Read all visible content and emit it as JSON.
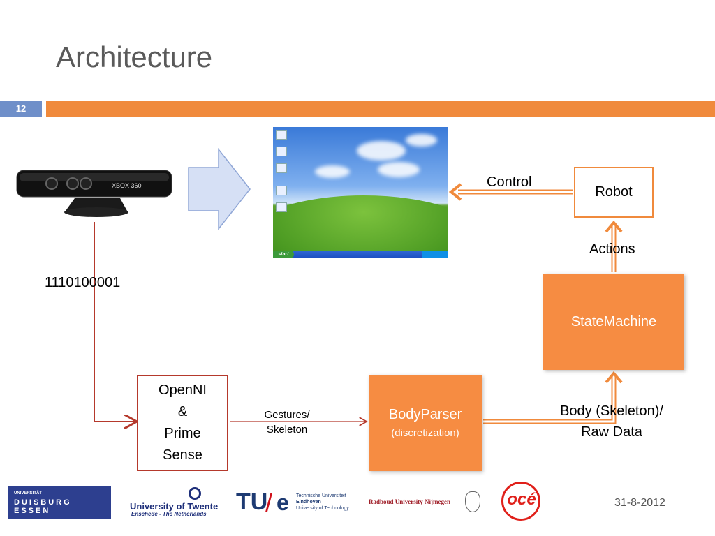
{
  "slide": {
    "title": "Architecture",
    "number": "12",
    "date": "31-8-2012"
  },
  "diagram": {
    "binary_label": "1110100001",
    "control_label": "Control",
    "robot_label": "Robot",
    "actions_label": "Actions",
    "statemachine_label": "StateMachine",
    "openni_lines": [
      "OpenNI",
      "&",
      "Prime",
      "Sense"
    ],
    "gestures_lines": [
      "Gestures/",
      "Skeleton"
    ],
    "bodyparser_label": "BodyParser",
    "bodyparser_sub": "(discretization)",
    "body_lines": [
      "Body (Skeleton)/",
      "Raw Data"
    ],
    "kinect_brand": "XBOX 360",
    "desktop_start": "start"
  },
  "logos": {
    "ude": [
      "UNIVERSITÄT",
      "DUISBURG",
      "ESSEN"
    ],
    "utwente": [
      "University of Twente",
      "Enschede - The Netherlands"
    ],
    "tue": [
      "TU",
      "/",
      "e",
      "Technische Universiteit",
      "Eindhoven",
      "University of Technology"
    ],
    "radboud": "Radboud University Nijmegen",
    "oce": "océ"
  },
  "colors": {
    "accent_orange": "#f08a3c",
    "slide_number_blue": "#6f8fc9",
    "input_arrow_red": "#b5392c",
    "block_arrow_fill": "#d6e0f5"
  }
}
